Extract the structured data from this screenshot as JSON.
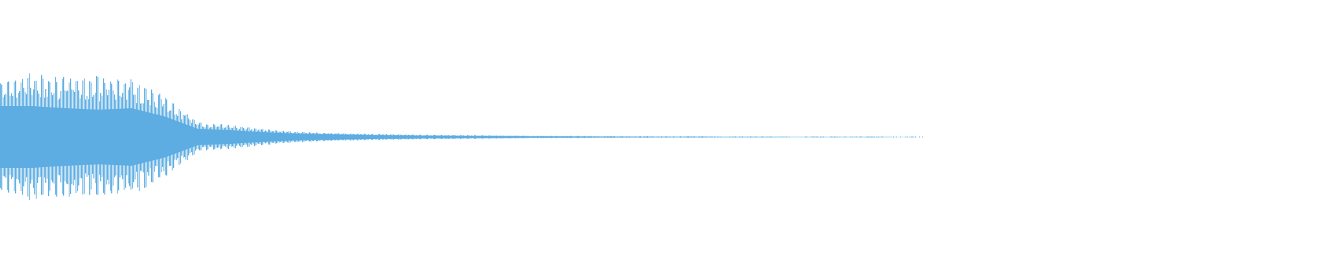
{
  "chart_data": {
    "type": "area",
    "title": "",
    "xlabel": "",
    "ylabel": "",
    "ylim": [
      -1,
      1
    ],
    "grid": false,
    "color": "#5dade2",
    "envelope_peak": [
      0.85,
      0.95,
      0.92,
      0.9,
      0.88,
      0.62,
      0.22,
      0.18,
      0.12,
      0.08,
      0.06,
      0.05,
      0.04,
      0.035,
      0.03,
      0.025,
      0.02,
      0.018,
      0.015,
      0.012,
      0.01,
      0.01,
      0.008,
      0.008,
      0.006,
      0.006,
      0.005,
      0.005,
      0,
      0,
      0,
      0,
      0,
      0,
      0,
      0,
      0,
      0,
      0,
      0
    ],
    "envelope_core": [
      0.45,
      0.45,
      0.42,
      0.4,
      0.42,
      0.3,
      0.12,
      0.1,
      0.07,
      0.05,
      0.04,
      0.03,
      0.025,
      0.02,
      0.018,
      0.015,
      0.012,
      0.01,
      0.008,
      0.006,
      0.005,
      0.005,
      0.004,
      0.004,
      0.003,
      0.003,
      0.002,
      0.002,
      0,
      0,
      0,
      0,
      0,
      0,
      0,
      0,
      0,
      0,
      0,
      0
    ]
  }
}
